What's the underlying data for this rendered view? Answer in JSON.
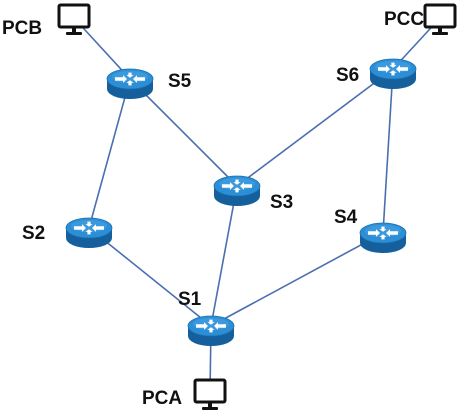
{
  "colors": {
    "link": "#4a6fb0",
    "router_top": "#2c8fd6",
    "router_side": "#155f9c",
    "router_arrow": "#ffffff",
    "pc_stroke": "#111111",
    "label": "#111111"
  },
  "routers": [
    {
      "id": "S5",
      "label": "S5",
      "icon": "router-icon"
    },
    {
      "id": "S6",
      "label": "S6",
      "icon": "router-icon"
    },
    {
      "id": "S3",
      "label": "S3",
      "icon": "router-icon"
    },
    {
      "id": "S2",
      "label": "S2",
      "icon": "router-icon"
    },
    {
      "id": "S4",
      "label": "S4",
      "icon": "router-icon"
    },
    {
      "id": "S1",
      "label": "S1",
      "icon": "router-icon"
    }
  ],
  "hosts": [
    {
      "id": "PCB",
      "label": "PCB",
      "icon": "computer-monitor-icon"
    },
    {
      "id": "PCC",
      "label": "PCC",
      "icon": "computer-monitor-icon"
    },
    {
      "id": "PCA",
      "label": "PCA",
      "icon": "computer-monitor-icon"
    }
  ],
  "links": [
    [
      "PCB",
      "S5"
    ],
    [
      "PCC",
      "S6"
    ],
    [
      "S5",
      "S2"
    ],
    [
      "S5",
      "S3"
    ],
    [
      "S6",
      "S3"
    ],
    [
      "S6",
      "S4"
    ],
    [
      "S2",
      "S1"
    ],
    [
      "S3",
      "S1"
    ],
    [
      "S4",
      "S1"
    ],
    [
      "S1",
      "PCA"
    ]
  ]
}
